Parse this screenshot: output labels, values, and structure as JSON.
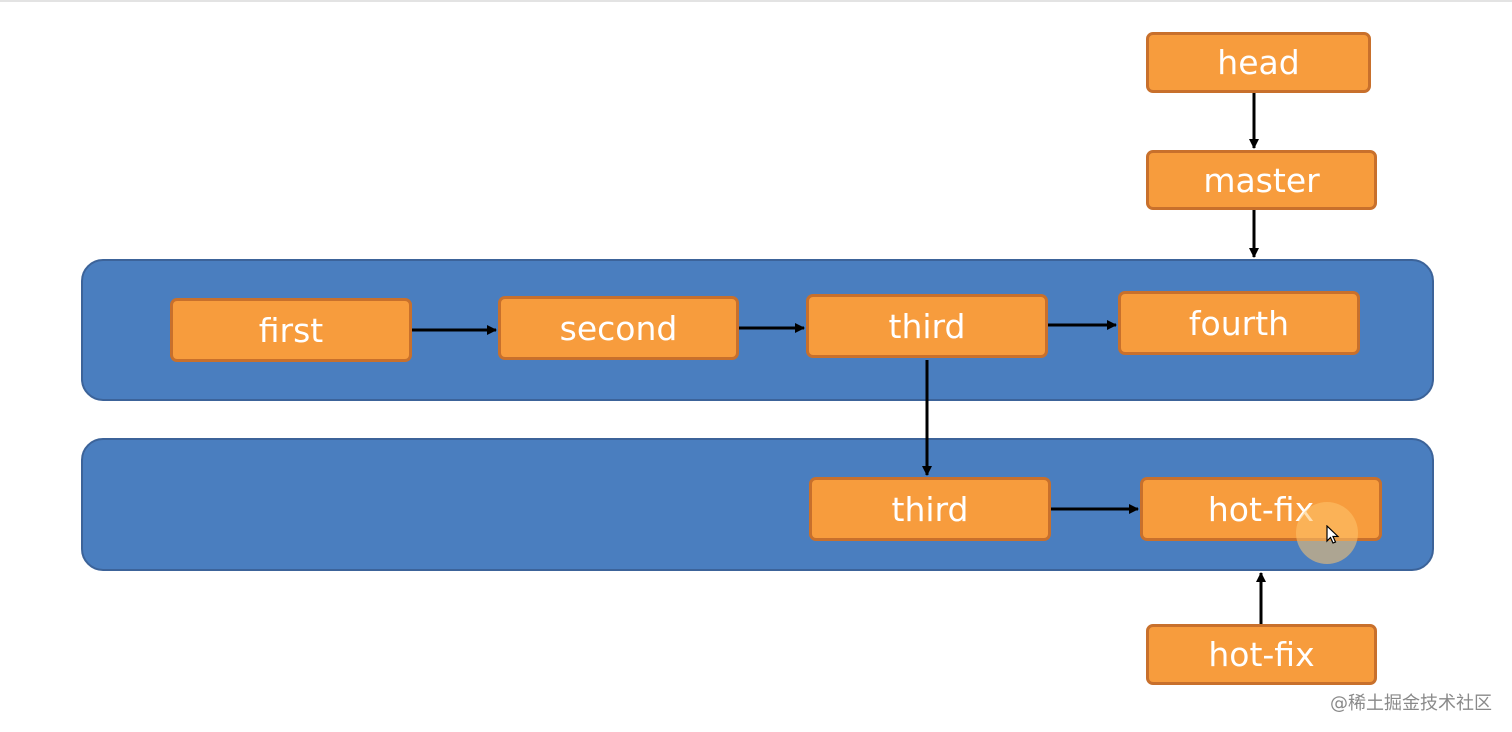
{
  "diagram": {
    "commits_main": [
      "first",
      "second",
      "third",
      "fourth"
    ],
    "commits_branch": [
      "third",
      "hot-fix"
    ],
    "refs": {
      "head": "head",
      "master": "master",
      "hotfix": "hot-fix"
    },
    "edges": [
      {
        "from": "first",
        "to": "second"
      },
      {
        "from": "second",
        "to": "third"
      },
      {
        "from": "third",
        "to": "fourth"
      },
      {
        "from": "third",
        "to": "third"
      },
      {
        "from": "third",
        "to": "hot-fix"
      },
      {
        "from": "head",
        "to": "master"
      },
      {
        "from": "master",
        "to": "main-lane"
      },
      {
        "from": "hot-fix",
        "to": "hotfix-lane"
      }
    ]
  },
  "colors": {
    "lane": "#4a7ebf",
    "node": "#f79c3d",
    "node_border": "#c8702c",
    "arrow": "#000000"
  },
  "watermark": "@稀土掘金技术社区"
}
